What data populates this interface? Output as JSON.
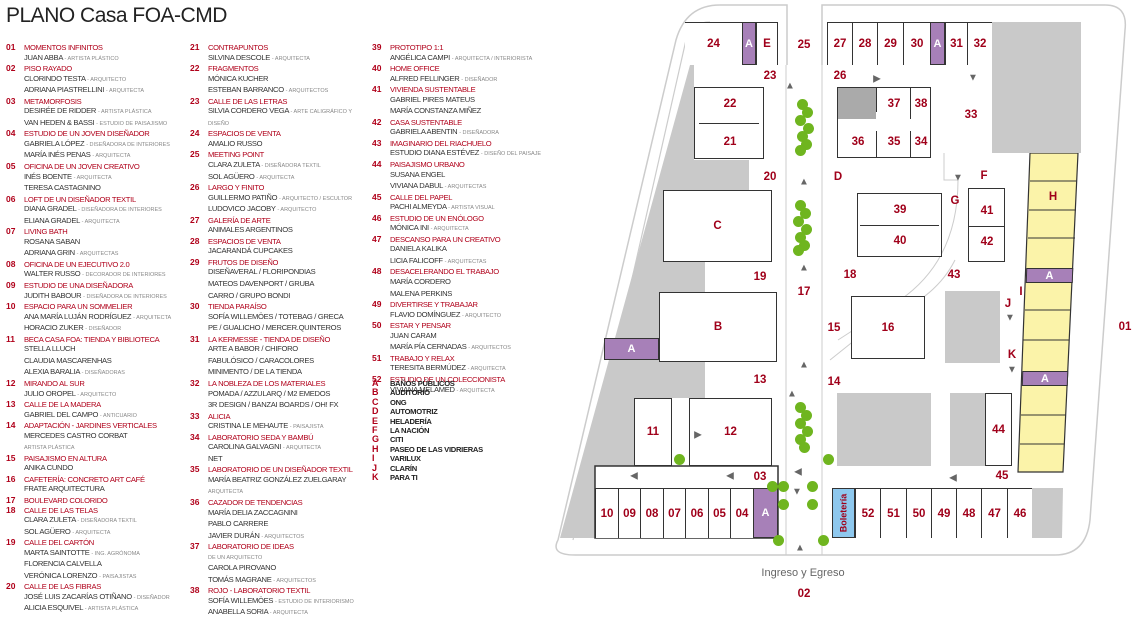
{
  "title": "PLANO Casa FOA-CMD",
  "legend_col1": [
    {
      "num": "01",
      "title": "Momentos infinitos",
      "people": [
        [
          "JUAN ABBA",
          "- ARTISTA PLÁSTICO"
        ]
      ]
    },
    {
      "num": "02",
      "title": "Piso rayado",
      "people": [
        [
          "CLORINDO TESTA",
          "- ARQUITECTO"
        ],
        [
          "ADRIANA PIASTRELLINI",
          "- ARQUITECTA"
        ]
      ]
    },
    {
      "num": "03",
      "title": "Metamorfosis",
      "people": [
        [
          "DESIRÉE DE RIDDER",
          "- ARTISTA PLÁSTICA"
        ],
        [
          "VAN HEDEN & BASSI",
          "- ESTUDIO DE PAISAJISMO"
        ]
      ]
    },
    {
      "num": "04",
      "title": "Estudio de un joven diseñador",
      "people": [
        [
          "GABRIELA LÓPEZ",
          "- DISEÑADORA DE INTERIORES"
        ],
        [
          "MARÍA INÉS PENAS",
          "- ARQUITECTA"
        ]
      ]
    },
    {
      "num": "05",
      "title": "Oficina de un joven creativo",
      "people": [
        [
          "INÉS BOENTE",
          "- ARQUITECTA"
        ],
        [
          "TERESA CASTAGNINO",
          ""
        ]
      ]
    },
    {
      "num": "06",
      "title": "Loft de un diseñador textil",
      "people": [
        [
          "DIANA GRADEL",
          "- DISEÑADORA DE INTERIORES"
        ],
        [
          "ELIANA GRADEL",
          "- ARQUITECTA"
        ]
      ]
    },
    {
      "num": "07",
      "title": "Living bath",
      "people": [
        [
          "ROSANA SABAN",
          ""
        ],
        [
          "ADRIANA GRIN",
          "- ARQUITECTAS"
        ]
      ]
    },
    {
      "num": "08",
      "title": "Oficina de un ejecutivo 2.0",
      "people": [
        [
          "WALTER RUSSO",
          "- DECORADOR DE INTERIORES"
        ]
      ]
    },
    {
      "num": "09",
      "title": "Estudio de una diseñadora",
      "people": [
        [
          "JUDITH BABOUR",
          "- DISEÑADORA DE INTERIORES"
        ]
      ]
    },
    {
      "num": "10",
      "title": "Espacio para un sommelier",
      "people": [
        [
          "ANA MARÍA LUJÁN RODRÍGUEZ",
          "- ARQUITECTA"
        ],
        [
          "HORACIO ZUKER",
          "- DISEÑADOR"
        ]
      ]
    },
    {
      "num": "11",
      "title": "Beca Casa FOA: Tienda y biblioteca",
      "people": [
        [
          "STELLA LLUCH",
          ""
        ],
        [
          "CLAUDIA MASCARENHAS",
          ""
        ],
        [
          "ALEXIA BARALIA",
          "- DISEÑADORAS"
        ]
      ]
    },
    {
      "num": "12",
      "title": "Mirando al sur",
      "people": [
        [
          "JULIO OROPEL",
          "- ARQUITECTO"
        ]
      ]
    },
    {
      "num": "13",
      "title": "Calle de la madera",
      "people": [
        [
          "GABRIEL DEL CAMPO",
          "- ANTICUARIO"
        ]
      ]
    },
    {
      "num": "14",
      "title": "Adaptación - Jardines verticales",
      "people": [
        [
          "MERCEDES CASTRO CORBAT",
          ""
        ],
        [
          "",
          "ARTISTA PLÁSTICA"
        ]
      ]
    },
    {
      "num": "15",
      "title": "Paisajismo en altura",
      "people": [
        [
          "ANIKA CUNDO",
          ""
        ]
      ]
    },
    {
      "num": "16",
      "title": "Cafetería: Concreto Art Café",
      "people": [
        [
          "FRATE ARQUITECTURA",
          ""
        ]
      ]
    },
    {
      "num": "17",
      "title": "Boulevard colorido",
      "people": []
    },
    {
      "num": "18",
      "title": "Calle de las telas",
      "people": [
        [
          "CLARA ZULETA",
          "- DISEÑADORA TEXTIL"
        ],
        [
          "SOL AGÜERO",
          "- ARQUITECTA"
        ]
      ]
    },
    {
      "num": "19",
      "title": "Calle del cartón",
      "people": [
        [
          "MARTA SAINTOTTE",
          "- ING. AGRÓNOMA"
        ],
        [
          "FLORENCIA CALVELLA",
          ""
        ],
        [
          "VERÓNICA LORENZO",
          "- PAISAJISTAS"
        ]
      ]
    },
    {
      "num": "20",
      "title": "Calle de las fibras",
      "people": [
        [
          "JOSÉ LUIS ZACARÍAS OTIÑANO",
          "- DISEÑADOR"
        ],
        [
          "ALICIA ESQUIVEL",
          "- ARTISTA PLÁSTICA"
        ]
      ]
    }
  ],
  "legend_col2": [
    {
      "num": "21",
      "title": "Contrapuntos",
      "people": [
        [
          "SILVINA DESCOLE",
          "- ARQUITECTA"
        ]
      ]
    },
    {
      "num": "22",
      "title": "Fragmentos",
      "people": [
        [
          "MÓNICA KUCHER",
          ""
        ],
        [
          "ESTEBAN BARRANCO",
          "- ARQUITECTOS"
        ]
      ]
    },
    {
      "num": "23",
      "title": "Calle de las letras",
      "people": [
        [
          "SILVIA CORDERO VEGA",
          "- ARTE CALIGRÁFICO Y DISEÑO"
        ]
      ]
    },
    {
      "num": "24",
      "title": "Espacios de venta",
      "people": [
        [
          "AMALIO RUSSO",
          ""
        ]
      ]
    },
    {
      "num": "25",
      "title": "Meeting point",
      "people": [
        [
          "CLARA ZULETA",
          "- DISEÑADORA TEXTIL"
        ],
        [
          "SOL AGÜERO",
          "- ARQUITECTA"
        ]
      ]
    },
    {
      "num": "26",
      "title": "Largo y finito",
      "people": [
        [
          "GUILLERMO PATIÑO",
          "- ARQUITECTO / ESCULTOR"
        ],
        [
          "LUDOVICO JACOBY",
          "- ARQUITECTO"
        ]
      ]
    },
    {
      "num": "27",
      "title": "Galería de arte",
      "people": [
        [
          "ANIMALES ARGENTINOS",
          ""
        ]
      ]
    },
    {
      "num": "28",
      "title": "Espacios de venta",
      "people": [
        [
          "JACARANDÁ CUPCAKES",
          ""
        ]
      ]
    },
    {
      "num": "29",
      "title": "Frutos de diseño",
      "people": [
        [
          "DISEÑAVERAL / FLORIPONDIAS",
          ""
        ],
        [
          "MATEOS DAVENPORT / GRUBA",
          ""
        ],
        [
          "CARRO / GRUPO BONDI",
          ""
        ]
      ]
    },
    {
      "num": "30",
      "title": "Tienda paraíso",
      "people": [
        [
          "SOFÍA WILLEMÖES / TOTEBAG / GRECA",
          ""
        ],
        [
          "PE / GUALICHO / MERCER.QUINTEROS",
          ""
        ]
      ]
    },
    {
      "num": "31",
      "title": "La kermesse - Tienda de diseño",
      "people": [
        [
          "ARTE A BABOR / CHIFORO",
          ""
        ],
        [
          "FABULÓSICO / CARACOLORES",
          ""
        ],
        [
          "MINIMENTO / DE LA TIENDA",
          ""
        ]
      ]
    },
    {
      "num": "32",
      "title": "La nobleza de los materiales",
      "people": [
        [
          "POMADA / AZZULARQ / M2 EMEDOS",
          ""
        ],
        [
          "3R DESIGN / BANZAI BOARDS / OH! FX",
          ""
        ]
      ]
    },
    {
      "num": "33",
      "title": "Alicia",
      "people": [
        [
          "CRISTINA LE MEHAUTE",
          "- PAISAJISTA"
        ]
      ]
    },
    {
      "num": "34",
      "title": "Laboratorio seda y bambú",
      "people": [
        [
          "CAROLINA GALVAGNI",
          "- ARQUITECTA"
        ],
        [
          "NET",
          ""
        ]
      ]
    },
    {
      "num": "35",
      "title": "Laboratorio de un diseñador textil",
      "people": [
        [
          "MARÍA BEATRIZ GONZÁLEZ ZUELGARAY",
          ""
        ],
        [
          "",
          "ARQUITECTA"
        ]
      ]
    },
    {
      "num": "36",
      "title": "Cazador de tendencias",
      "people": [
        [
          "MARÍA DELIA ZACCAGNINI",
          ""
        ],
        [
          "PABLO CARRERE",
          ""
        ],
        [
          "JAVIER DURÁN",
          "- ARQUITECTOS"
        ]
      ]
    },
    {
      "num": "37",
      "title": "Laboratorio de ideas",
      "people": [
        [
          "",
          "DE UN ARQUITECTO"
        ],
        [
          "CAROLA PIROVANO",
          ""
        ],
        [
          "TOMÁS MAGRANE",
          "- ARQUITECTOS"
        ]
      ]
    },
    {
      "num": "38",
      "title": "Rojo - Laboratorio textil",
      "people": [
        [
          "SOFÍA WILLEMÖES",
          "- ESTUDIO DE INTERIORISMO"
        ],
        [
          "ANABELLA SORIA",
          "- ARQUITECTA"
        ]
      ]
    }
  ],
  "legend_col3": [
    {
      "num": "39",
      "title": "Prototipo 1:1",
      "people": [
        [
          "ANGÉLICA CAMPI",
          "- ARQUITECTA / INTERIORISTA"
        ]
      ]
    },
    {
      "num": "40",
      "title": "Home office",
      "people": [
        [
          "ALFRED FELLINGER",
          "- DISEÑADOR"
        ]
      ]
    },
    {
      "num": "41",
      "title": "Vivienda sustentable",
      "people": [
        [
          "GABRIEL PIRES MATEUS",
          ""
        ],
        [
          "MARÍA CONSTANZA MIÑEZ",
          ""
        ]
      ]
    },
    {
      "num": "42",
      "title": "Casa sustentable",
      "people": [
        [
          "GABRIELA ABENTIN",
          "- DISEÑADORA"
        ]
      ]
    },
    {
      "num": "43",
      "title": "Imaginario del Riachuelo",
      "people": [
        [
          "ESTUDIO DIANA ESTÉVEZ",
          "- DISEÑO DEL PAISAJE"
        ]
      ]
    },
    {
      "num": "44",
      "title": "Paisajismo urbano",
      "people": [
        [
          "SUSANA ENGEL",
          ""
        ],
        [
          "VIVIANA DABUL",
          "- ARQUITECTAS"
        ]
      ]
    },
    {
      "num": "45",
      "title": "Calle del papel",
      "people": [
        [
          "PACHI ALMEYDA",
          "- ARTISTA VISUAL"
        ]
      ]
    },
    {
      "num": "46",
      "title": "Estudio de un enólogo",
      "people": [
        [
          "MÓNICA INI",
          "- ARQUITECTA"
        ]
      ]
    },
    {
      "num": "47",
      "title": "Descanso para un creativo",
      "people": [
        [
          "DANIELA KALIKA",
          ""
        ],
        [
          "LICIA FALICOFF",
          "- ARQUITECTAS"
        ]
      ]
    },
    {
      "num": "48",
      "title": "Desacelerando el trabajo",
      "people": [
        [
          "MARÍA CORDERO",
          ""
        ],
        [
          "MALENA PERKINS",
          ""
        ]
      ]
    },
    {
      "num": "49",
      "title": "Divertirse y trabajar",
      "people": [
        [
          "FLAVIO DOMÍNGUEZ",
          "- ARQUITECTO"
        ]
      ]
    },
    {
      "num": "50",
      "title": "Estar y pensar",
      "people": [
        [
          "JUAN CARAM",
          ""
        ],
        [
          "MARÍA PÍA CERNADAS",
          "- ARQUITECTOS"
        ]
      ]
    },
    {
      "num": "51",
      "title": "Trabajo y relax",
      "people": [
        [
          "TERESITA BERMÚDEZ",
          "- ARQUITECTA"
        ]
      ]
    },
    {
      "num": "52",
      "title": "Estudio de un coleccionista",
      "people": [
        [
          "VIVIANA MELAMED",
          "- ARQUITECTA"
        ]
      ]
    }
  ],
  "legend_letters": [
    {
      "num": "A",
      "title": "Baños públicos"
    },
    {
      "num": "B",
      "title": "Auditorio"
    },
    {
      "num": "C",
      "title": "ONG"
    },
    {
      "num": "D",
      "title": "Automotriz"
    },
    {
      "num": "E",
      "title": "Heladería"
    },
    {
      "num": "F",
      "title": "La Nación"
    },
    {
      "num": "G",
      "title": "Citi"
    },
    {
      "num": "H",
      "title": "Paseo de las vidrieras"
    },
    {
      "num": "I",
      "title": "Varilux"
    },
    {
      "num": "J",
      "title": "Clarín"
    },
    {
      "num": "K",
      "title": "Para Ti"
    }
  ],
  "map": {
    "top_left": [
      "24",
      "A",
      "E"
    ],
    "top_right": [
      "27",
      "28",
      "29",
      "30",
      "A",
      "31",
      "32"
    ],
    "bottom_left": [
      "10",
      "09",
      "08",
      "07",
      "06",
      "05",
      "04",
      "A"
    ],
    "bottom_right": [
      "52",
      "51",
      "50",
      "49",
      "48",
      "47",
      "46"
    ],
    "boleteria": "Boletería",
    "rooms": {
      "r22": "22",
      "r21": "21",
      "C": "C",
      "B": "B",
      "A_left": "A",
      "r11": "11",
      "r12": "12",
      "r37": "37",
      "r38": "38",
      "r36": "36",
      "r35": "35",
      "r34": "34",
      "r39": "39",
      "r40": "40",
      "r41": "41",
      "r42": "42",
      "r16": "16",
      "r44": "44",
      "H": "H",
      "A_h1": "A",
      "A_h2": "A"
    },
    "labels": {
      "l25": "25",
      "l23": "23",
      "l26": "26",
      "l33": "33",
      "l20": "20",
      "D": "D",
      "F": "F",
      "G": "G",
      "l19": "19",
      "l18": "18",
      "l17": "17",
      "l43": "43",
      "I": "I",
      "J": "J",
      "l15": "15",
      "K": "K",
      "l13": "13",
      "l14": "14",
      "l03": "03",
      "l45": "45",
      "l01": "01",
      "l02": "02"
    },
    "entrance": "Ingreso y Egreso"
  }
}
